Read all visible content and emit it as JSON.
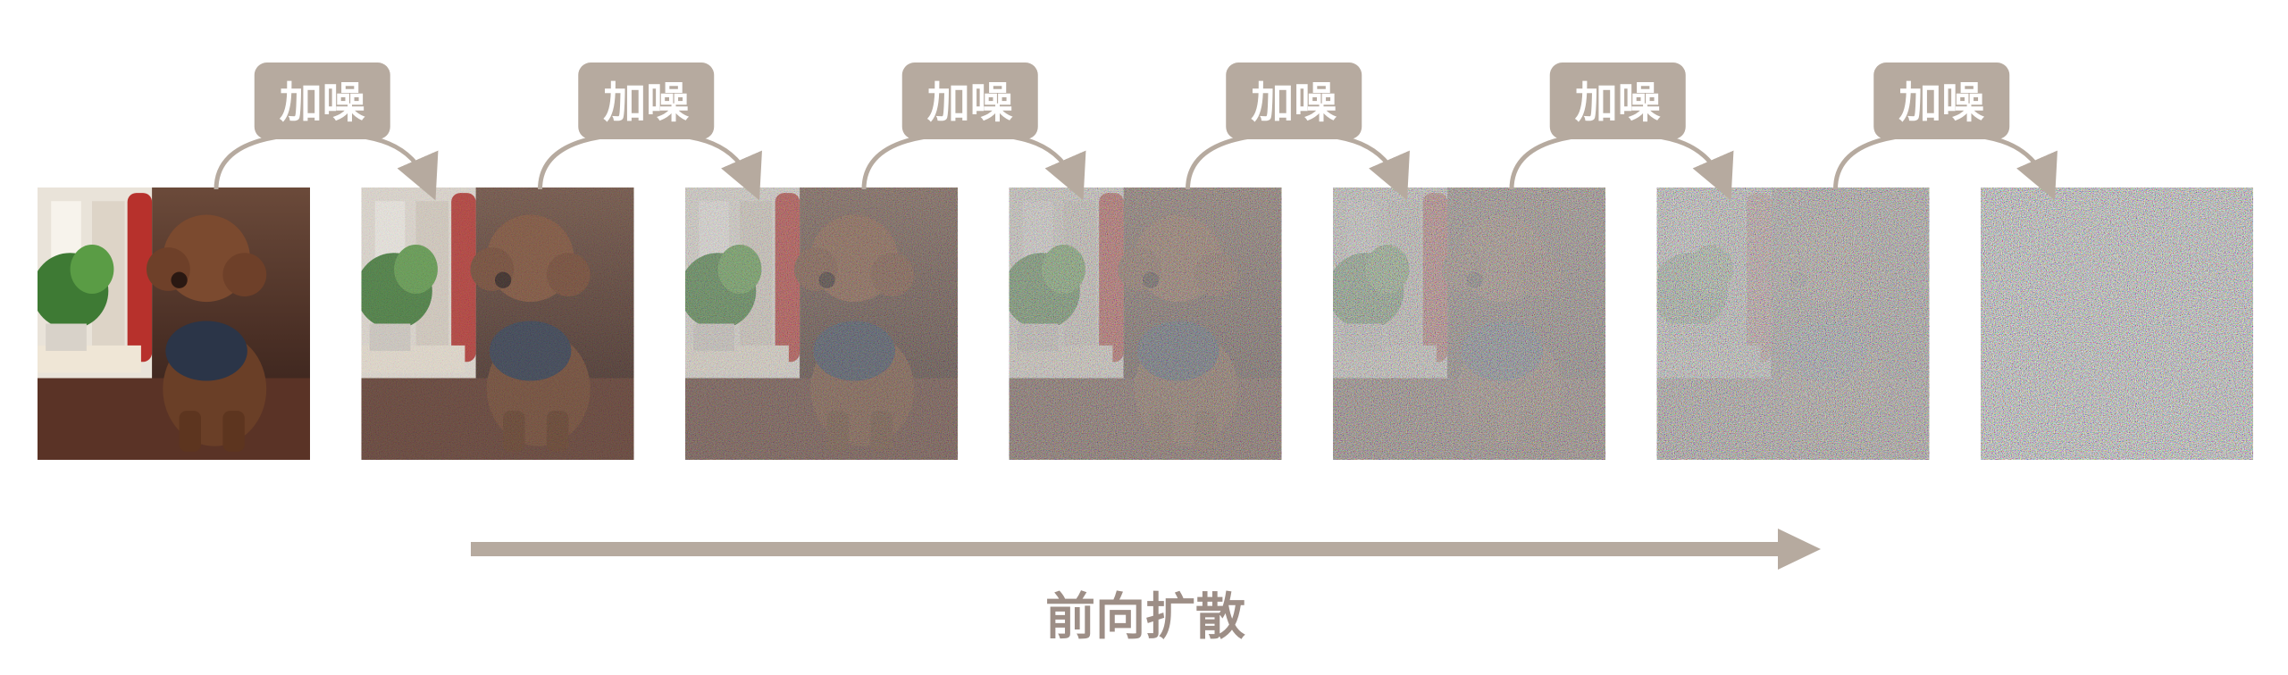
{
  "colors": {
    "accent": "#b6aa9f",
    "caption": "#9d8e86",
    "badge_text": "#ffffff"
  },
  "noise_step_label": "加噪",
  "caption": "前向扩散",
  "frames": [
    {
      "noise_level": 0.0
    },
    {
      "noise_level": 0.18
    },
    {
      "noise_level": 0.38
    },
    {
      "noise_level": 0.55
    },
    {
      "noise_level": 0.7
    },
    {
      "noise_level": 0.85
    },
    {
      "noise_level": 1.0
    }
  ]
}
